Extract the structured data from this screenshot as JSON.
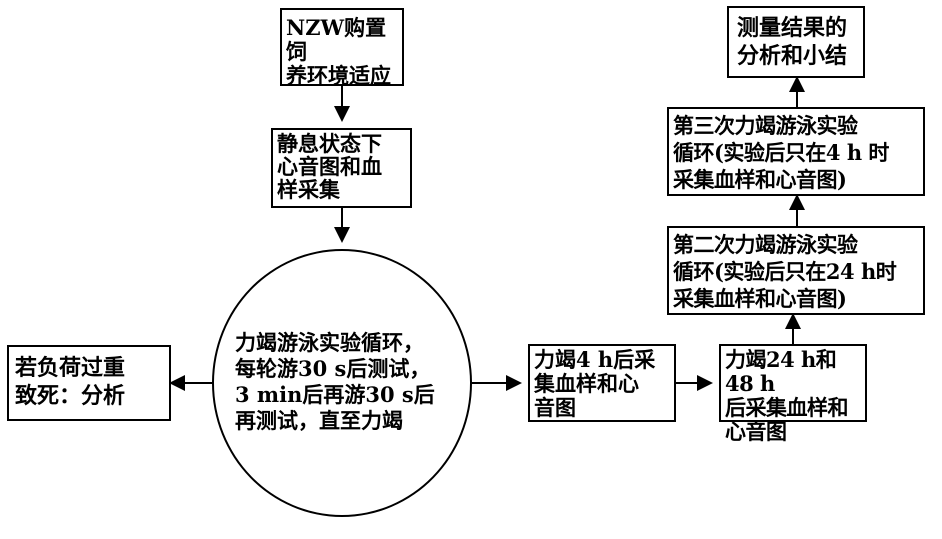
{
  "nodes": {
    "acclimation": "NZW购置饲\n养环境适应",
    "resting_collection": "静息状态下\n心音图和血\n样采集",
    "swim_cycle": "力竭游泳实验循环，\n每轮游30 s后测试，\n3 min后再游30 s后\n再测试，直至力竭",
    "overload_death": "若负荷过重\n致死：分析",
    "post_4h": "力竭4 h后采\n集血样和心\n音图",
    "post_24h_48h": "力竭24 h和48 h\n后采集血样和\n心音图",
    "second_cycle": "第二次力竭游泳实验\n循环(实验后只在24 h时\n采集血样和心音图)",
    "third_cycle": "第三次力竭游泳实验\n循环(实验后只在4 h 时\n采集血样和心音图)",
    "analysis": "测量结果的\n分析和小结"
  }
}
